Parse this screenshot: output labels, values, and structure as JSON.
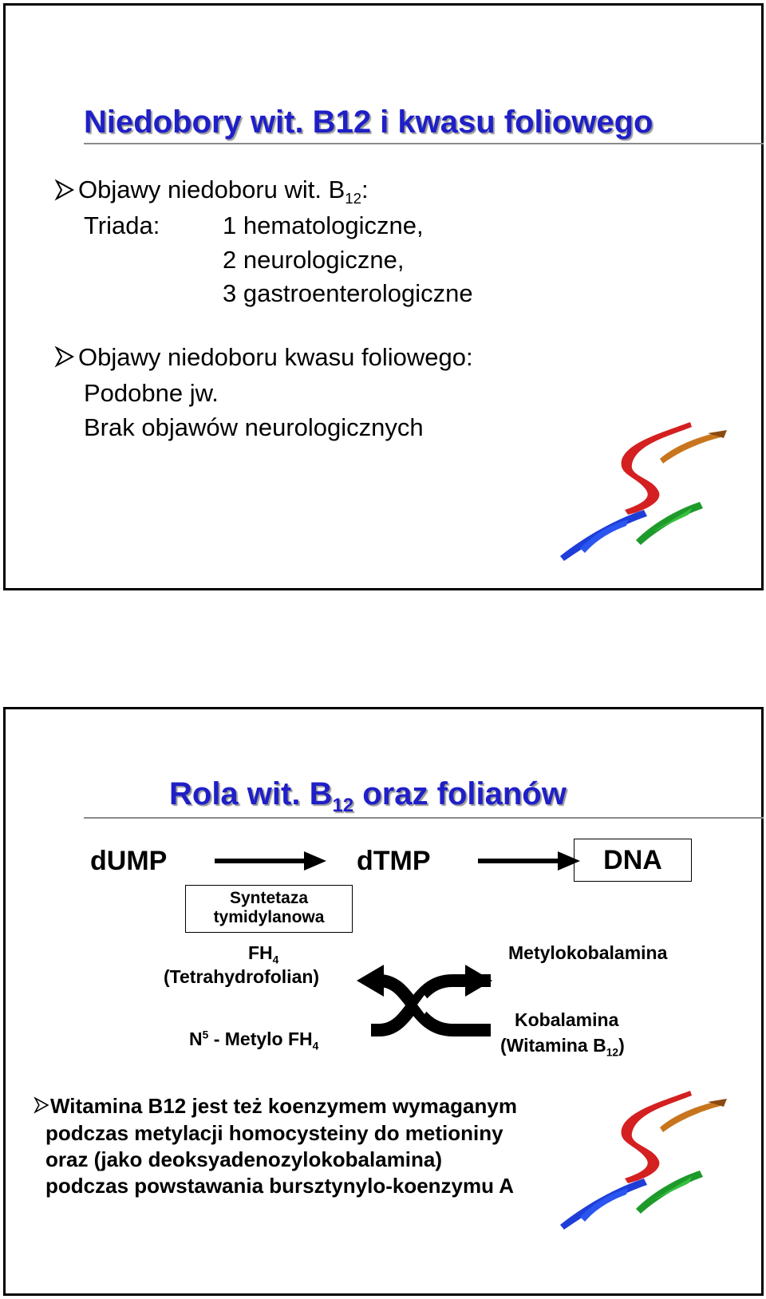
{
  "slide1": {
    "title": "Niedobory wit. B12 i kwasu foliowego",
    "bullet1": {
      "text": "Objawy niedoboru wit. B",
      "sub": "12",
      "suffix": ":",
      "triada_label": "Triada:",
      "items": [
        "1 hematologiczne,",
        "2 neurologiczne,",
        "3 gastroenterologiczne"
      ]
    },
    "bullet2": {
      "text": "Objawy niedoboru kwasu foliowego:",
      "lines": [
        "Podobne jw.",
        "Brak objawów neurologicznych"
      ]
    }
  },
  "slide2": {
    "title_pre": "Rola wit. B",
    "title_sub": "12",
    "title_post": " oraz folianów",
    "diagram": {
      "dump": "dUMP",
      "dtmp": "dTMP",
      "dna": "DNA",
      "enzyme_line1": "Syntetaza",
      "enzyme_line2": "tymidylanowa",
      "fh4": "FH",
      "fh4_sub": "4",
      "fh4_name": "(Tetrahydrofolian)",
      "n5_pre": "N",
      "n5_sup": "5",
      "n5_mid": " - Metylo FH",
      "n5_sub": "4",
      "metylo": "Metylokobalamina",
      "kobalamina": "Kobalamina",
      "witamina_pre": "(Witamina B",
      "witamina_sub": "12",
      "witamina_post": ")"
    },
    "note_lines": [
      "Witamina B12 jest też koenzymem wymaganym",
      "podczas metylacji homocysteiny do metioniny",
      "oraz (jako deoksyadenozylokobalamina)",
      "podczas powstawania bursztynylo-koenzymu A"
    ]
  },
  "colors": {
    "title": "#1f1fc8",
    "logo_red": "#d42020",
    "logo_orange": "#c8761e",
    "logo_blue": "#1e3ed8",
    "logo_green": "#1e9a2a"
  }
}
